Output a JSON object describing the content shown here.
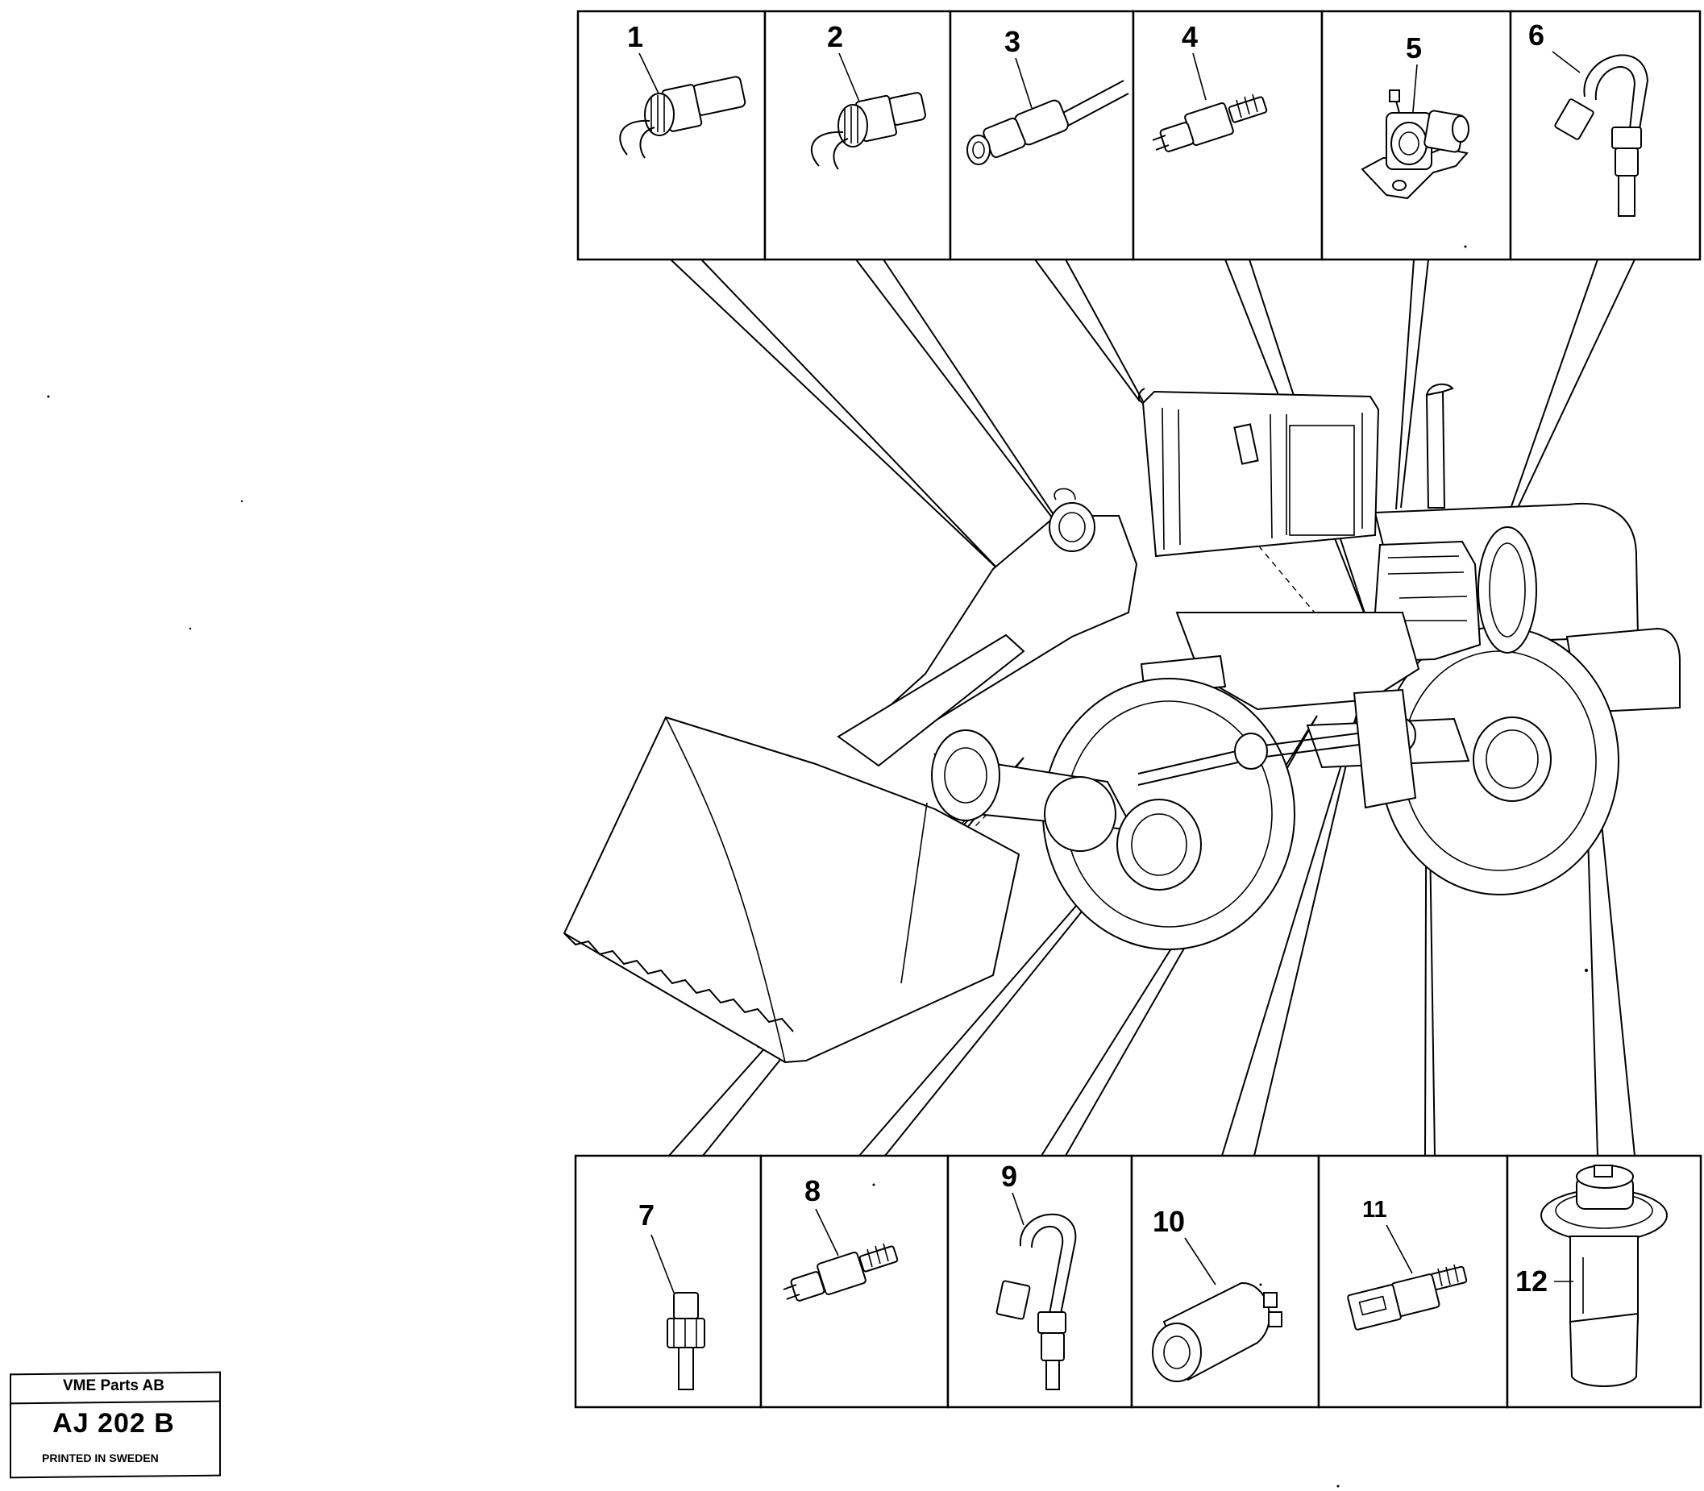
{
  "callouts_top": [
    "1",
    "2",
    "3",
    "4",
    "5",
    "6"
  ],
  "callouts_bottom": [
    "7",
    "8",
    "9",
    "10",
    "11",
    "12"
  ],
  "stamp": {
    "company": "VME Parts AB",
    "code": "AJ 202 B",
    "printed": "PRINTED IN SWEDEN"
  }
}
